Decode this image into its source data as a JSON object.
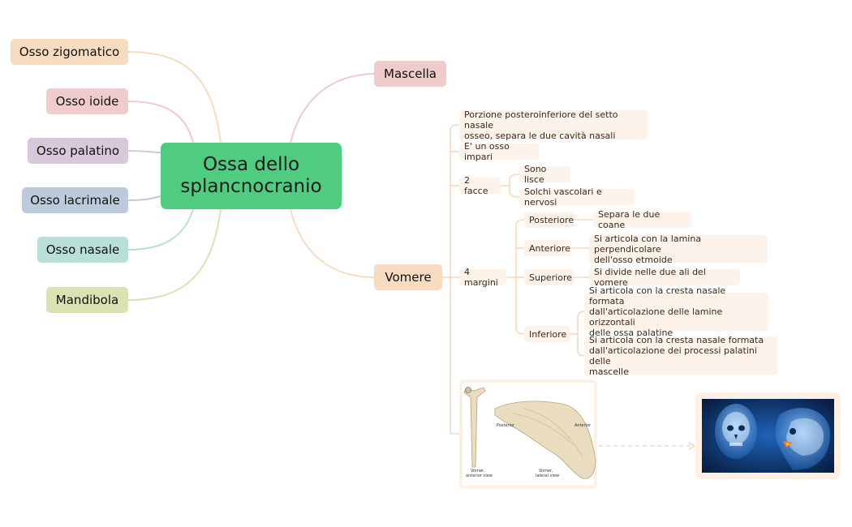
{
  "root": {
    "line1": "Ossa dello",
    "line2": "splancnocranio"
  },
  "left_branches": [
    {
      "label": "Osso zigomatico",
      "color": "#f7dcc0"
    },
    {
      "label": "Osso ioide",
      "color": "#efcbcb"
    },
    {
      "label": "Osso palatino",
      "color": "#d8c8dc"
    },
    {
      "label": "Osso lacrimale",
      "color": "#bccbdc"
    },
    {
      "label": "Osso nasale",
      "color": "#b8e0d6"
    },
    {
      "label": "Mandibola",
      "color": "#dde2b2"
    }
  ],
  "right_branches": [
    {
      "label": "Mascella",
      "color": "#efcbcb"
    },
    {
      "label": "Vomere",
      "color": "#f7dcc0"
    }
  ],
  "vomere": {
    "porzione": [
      "Porzione posteroinferiore del setto nasale",
      "osseo, separa le due cavità nasali"
    ],
    "impari": "E' un osso impari",
    "facce": {
      "label": "2 facce",
      "items": [
        "Sono lisce",
        "Solchi vascolari e nervosi"
      ]
    },
    "margini": {
      "label": "4 margini",
      "posteriore": {
        "label": "Posteriore",
        "text": "Separa le due coane"
      },
      "anteriore": {
        "label": "Anteriore",
        "text": [
          "Si articola con la lamina perpendicolare",
          "dell'osso etmoide"
        ]
      },
      "superiore": {
        "label": "Superiore",
        "text": "Si divide nelle due ali del vomere"
      },
      "inferiore": {
        "label": "Inferiore",
        "text1": [
          "Si articola con la cresta nasale formata",
          "dall'articolazione delle lamine orizzontali",
          "delle ossa palatine"
        ],
        "text2": [
          "Si articola con la cresta nasale formata",
          "dall'articolazione dei processi palatini delle",
          "mascelle"
        ]
      }
    },
    "illustration": {
      "posterior": "Posterior",
      "anterior": "Anterior",
      "anterior_view": [
        "Vomer,",
        "anterior view"
      ],
      "lateral_view": [
        "Vomer,",
        "lateral view"
      ]
    }
  },
  "colors": {
    "root": "#4fcc7f",
    "leaf_bg": "#fdf3ea",
    "vomere_line": "#f3d2b0"
  }
}
